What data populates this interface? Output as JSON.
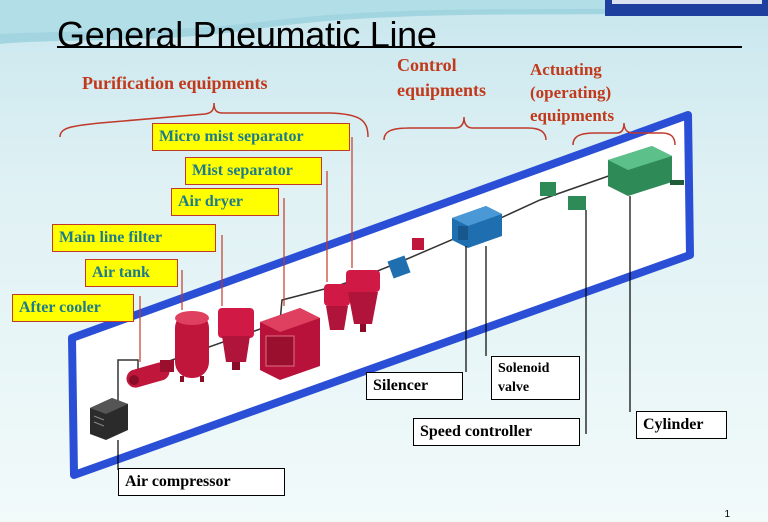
{
  "title": "General Pneumatic Line",
  "groups": {
    "purification": "Purification  equipments",
    "control_line1": "Control",
    "control_line2": "equipments",
    "actuating_line1": "Actuating",
    "actuating_line2": "(operating)",
    "actuating_line3": "equipments"
  },
  "purification_labels": {
    "micro_mist_separator": "Micro mist separator",
    "mist_separator": "Mist separator",
    "air_dryer": "Air dryer",
    "main_line_filter": "Main line filter",
    "air_tank": "Air tank",
    "after_cooler": "After cooler"
  },
  "component_labels": {
    "air_compressor": "Air compressor",
    "silencer": "Silencer",
    "solenoid_valve_line1": "Solenoid",
    "solenoid_valve_line2": "valve",
    "speed_controller": "Speed controller",
    "cylinder": "Cylinder"
  },
  "page_number": "1",
  "colors": {
    "group_label": "#c1391a",
    "label_fill": "#ffff00",
    "label_text": "#1c7b8c",
    "purification_equipment": "#c0163c",
    "control_equipment": "#1f6fb0",
    "actuating_equipment": "#2e8b57",
    "panel_border": "#2a4fd6"
  }
}
